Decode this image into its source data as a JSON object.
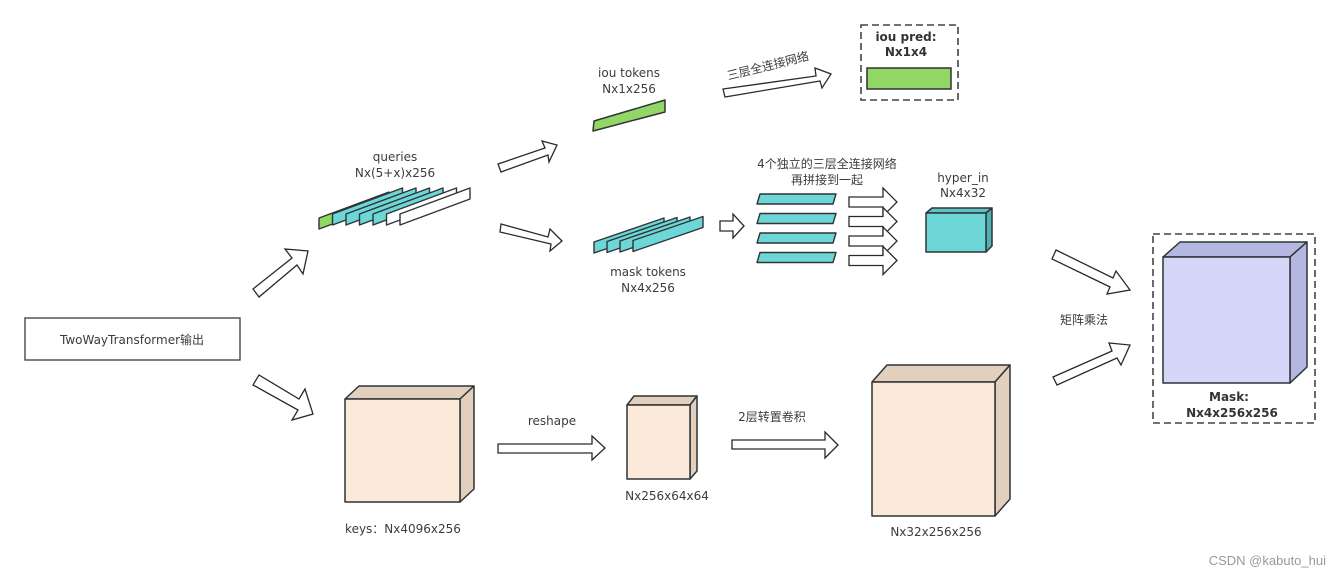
{
  "colors": {
    "green_token": "#92d665",
    "cyan_token": "#6dd6d6",
    "white_token": "#ffffff",
    "feature_front": "#fbe9da",
    "feature_side": "#e2cfbd",
    "mask_front": "#d4d7f7",
    "mask_side": "#b4b8e0",
    "stroke": "#2f3437"
  },
  "nodes": {
    "transformer_output": {
      "label": "TwoWayTransformer输出"
    },
    "queries": {
      "label_line1": "queries",
      "label_line2": "Nx(5+x)x256",
      "token_colors": [
        "green",
        "cyan",
        "cyan",
        "cyan",
        "cyan",
        "white",
        "white"
      ]
    },
    "iou_tokens": {
      "label_line1": "iou tokens",
      "label_line2": "Nx1x256"
    },
    "iou_pred": {
      "label_line1": "iou pred:",
      "label_line2": "Nx1x4"
    },
    "mask_tokens": {
      "label_line1": "mask tokens",
      "label_line2": "Nx4x256",
      "count": 4
    },
    "mlp_heads": {
      "label_line1": "4个独立的三层全连接网络",
      "label_line2": "再拼接到一起",
      "count": 4
    },
    "hyper_in": {
      "label_line1": "hyper_in",
      "label_line2": "Nx4x32"
    },
    "keys": {
      "label": "keys：Nx4096x256"
    },
    "reshaped": {
      "label": "Nx256x64x64"
    },
    "upscaled": {
      "label": "Nx32x256x256"
    },
    "mask": {
      "label_line1": "Mask:",
      "label_line2": "Nx4x256x256"
    }
  },
  "edges": {
    "iou_mlp": {
      "label": "三层全连接网络"
    },
    "reshape": {
      "label": "reshape"
    },
    "transposed_conv": {
      "label": "2层转置卷积"
    },
    "matmul": {
      "label": "矩阵乘法"
    }
  },
  "watermark": "CSDN @kabuto_hui"
}
